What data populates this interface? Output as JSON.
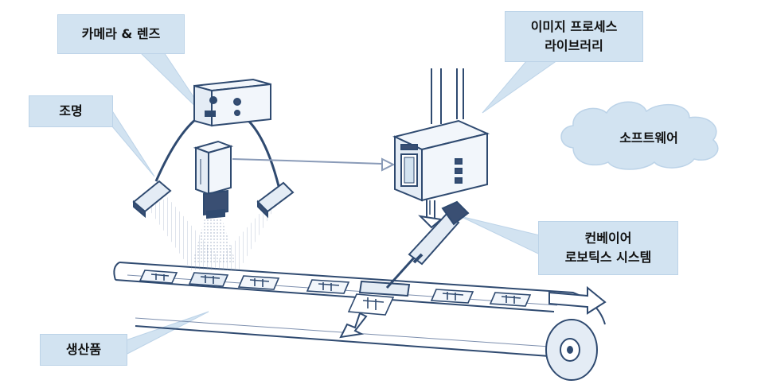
{
  "labels": {
    "camera_lens": "카메라 & 렌즈",
    "lighting": "조명",
    "image_library": [
      "이미지 프로세스",
      "라이브러리"
    ],
    "software": "소프트웨어",
    "conveyor_robotics": [
      "컨베이어",
      "로보틱스 시스템"
    ],
    "product": "생산품"
  },
  "colors": {
    "callout_fill": "#d2e3f1",
    "line": "#2f4a70",
    "device_fill": "#e4ecf5",
    "dark_fill": "#3a4f73",
    "light_fill": "#f2f6fb"
  }
}
